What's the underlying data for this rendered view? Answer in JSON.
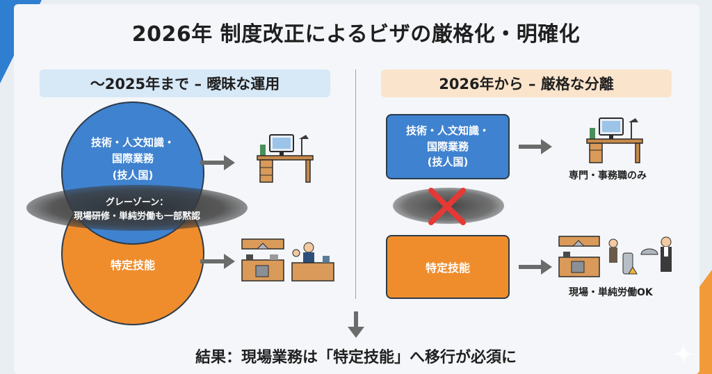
{
  "title": "2026年 制度改正によるビザの厳格化・明確化",
  "left": {
    "header": "〜2025年まで – 曖昧な運用",
    "circle_top_lines": [
      "技術・人文知識・",
      "国際業務",
      "(技人国)"
    ],
    "gray_zone_lines": [
      "グレーゾーン：",
      "現場研修・単純労働も一部黙認"
    ],
    "circle_bottom": "特定技能"
  },
  "right": {
    "header": "2026年から – 厳格な分離",
    "box_top_lines": [
      "技術・人文知識・",
      "国際業務",
      "(技人国)"
    ],
    "box_bottom": "特定技能",
    "caption_top": "専門・事務職のみ",
    "caption_bottom": "現場・単純労働OK"
  },
  "result": "結果：現場業務は「特定技能」へ移行が必須に",
  "colors": {
    "blue": "#3f82cf",
    "orange": "#ef8d2d",
    "cross_red": "#e53935",
    "header_left_bg": "#d7e8f7",
    "header_right_bg": "#fbe4cc"
  },
  "icons": [
    "desk-computer-icon",
    "kitchen-staff-icon",
    "cross-mark-icon",
    "arrow-right-icon",
    "arrow-down-icon",
    "sparkle-icon"
  ]
}
